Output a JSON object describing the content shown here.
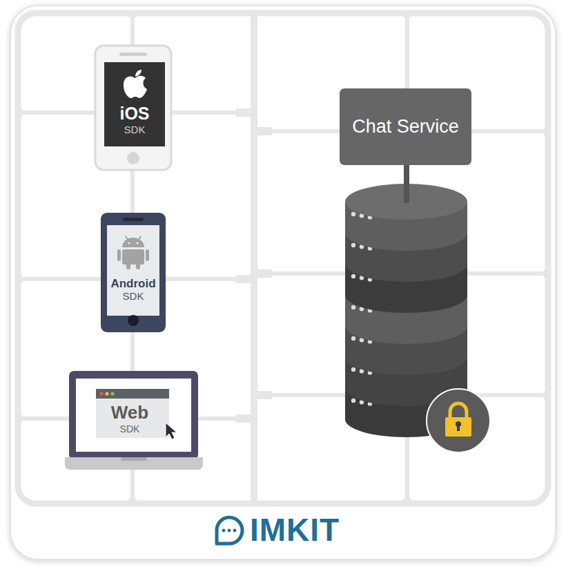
{
  "diagram": {
    "nodes": [
      {
        "text": [
          "iOS",
          "SDK"
        ]
      },
      {
        "text": [
          "Android",
          "SDK"
        ]
      },
      {
        "text": [
          "Web",
          "SDK"
        ]
      },
      {
        "text": [
          "Chat Service"
        ]
      }
    ],
    "edges": [],
    "labels": [
      "IMKIT"
    ]
  }
}
